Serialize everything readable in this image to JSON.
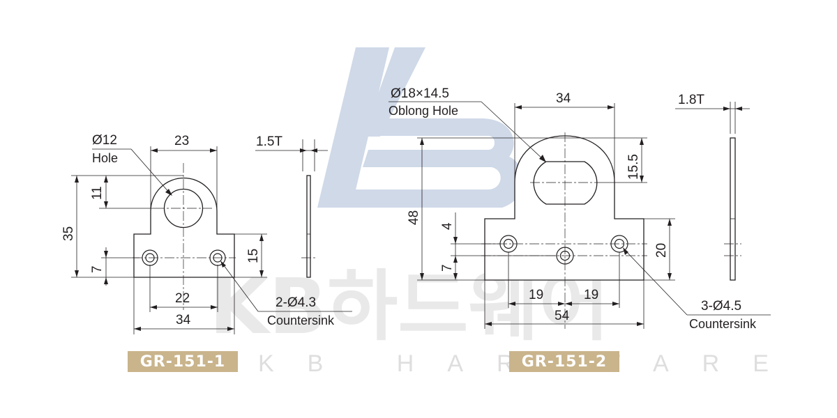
{
  "watermark": {
    "logo": "KB",
    "korean": "KB하드웨어",
    "english": "KB HARDWARE"
  },
  "parts": [
    {
      "model": "GR-151-1",
      "hole_label": "Ø12",
      "hole_type": "Hole",
      "top_width": "23",
      "thickness": "1.5T",
      "hole_height": "11",
      "total_height": "35",
      "base_height": "15",
      "mount_height": "7",
      "hole_spacing": "22",
      "base_width": "34",
      "mount_holes": "2-Ø4.3",
      "mount_type": "Countersink"
    },
    {
      "model": "GR-151-2",
      "hole_label": "Ø18×14.5",
      "hole_type": "Oblong Hole",
      "top_width": "34",
      "thickness": "1.8T",
      "top_height": "15.5",
      "total_height": "48",
      "offset": "4",
      "mount_height": "7",
      "base_height": "20",
      "spacing_left": "19",
      "spacing_right": "19",
      "base_width": "54",
      "mount_holes": "3-Ø4.5",
      "mount_type": "Countersink"
    }
  ],
  "colors": {
    "line": "#231f20",
    "label_bg": "#c9b48c",
    "watermark_logo": "#cfd9e8",
    "watermark_text": "#e9e9e9"
  }
}
